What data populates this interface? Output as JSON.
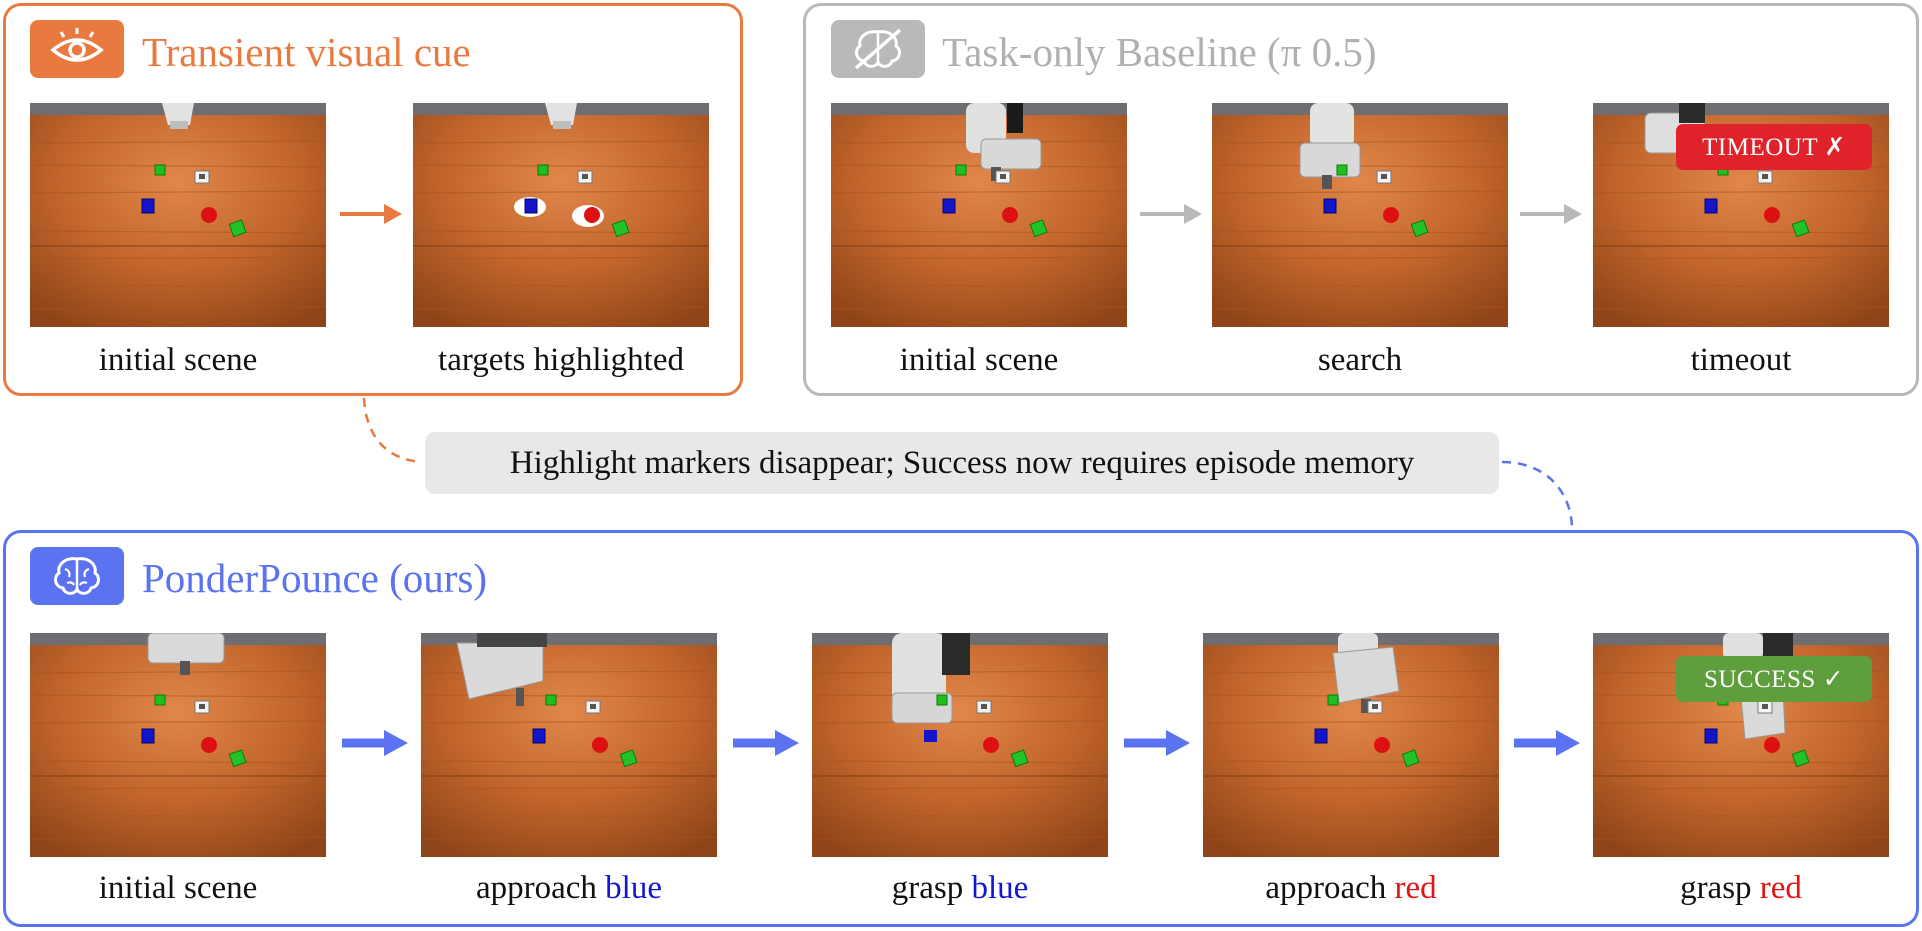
{
  "colors": {
    "orange": "#e97a3f",
    "gray": "#b9b9b9",
    "blue": "#5b73f0",
    "timeout": "#e0232b",
    "success": "#5f9e3c",
    "keyword_blue": "#1515d8",
    "keyword_red": "#e51414"
  },
  "panels": {
    "cue": {
      "title": "Transient visual cue",
      "icon": "eye-icon",
      "frames": [
        {
          "label": "initial scene",
          "highlight": false
        },
        {
          "label": "targets highlighted",
          "highlight": true
        }
      ]
    },
    "baseline": {
      "title": "Task-only Baseline (π 0.5)",
      "icon": "brain-crossed-icon",
      "frames": [
        {
          "label": "initial scene"
        },
        {
          "label": "search"
        },
        {
          "label": "timeout"
        }
      ],
      "status_badge": "TIMEOUT ✗"
    },
    "ours": {
      "title": "PonderPounce (ours)",
      "icon": "brain-icon",
      "frames": [
        {
          "label": "initial scene",
          "verb": "initial scene",
          "keyword": ""
        },
        {
          "label": "approach blue",
          "verb": "approach",
          "keyword": "blue"
        },
        {
          "label": "grasp blue",
          "verb": "grasp",
          "keyword": "blue"
        },
        {
          "label": "approach red",
          "verb": "approach",
          "keyword": "red"
        },
        {
          "label": "grasp red",
          "verb": "grasp",
          "keyword": "red"
        }
      ],
      "status_badge": "SUCCESS ✓"
    }
  },
  "note": "Highlight markers disappear; Success now requires episode memory"
}
